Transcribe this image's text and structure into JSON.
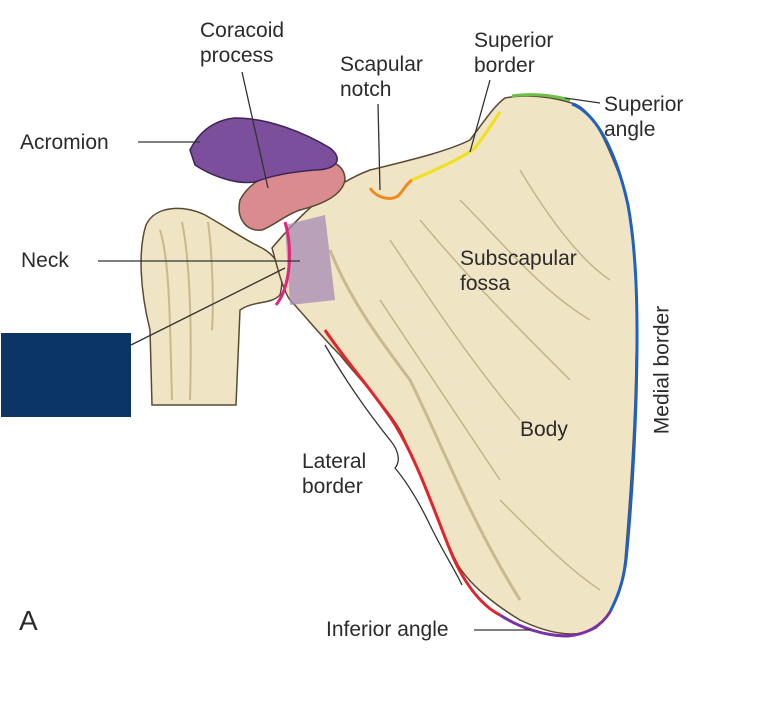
{
  "figure_letter": "A",
  "labels": {
    "coracoid_process": [
      "Coracoid",
      "process"
    ],
    "scapular_notch": [
      "Scapular",
      "notch"
    ],
    "superior_border": [
      "Superior",
      "border"
    ],
    "superior_angle": [
      "Superior",
      "angle"
    ],
    "acromion": "Acromion",
    "neck": "Neck",
    "subscapular_fossa": [
      "Subscapular",
      "fossa"
    ],
    "medial_border": "Medial border",
    "body": "Body",
    "lateral_border": [
      "Lateral",
      "border"
    ],
    "inferior_angle": "Inferior angle"
  },
  "colors": {
    "bone_fill": "#efe4c4",
    "bone_shadow": "#d8c9a0",
    "bone_outline": "#5a4a32",
    "acromion": "#7b4f9c",
    "coracoid": "#d98b8f",
    "neck_highlight": "#a68bb6",
    "superior_border_line": "#f2e01e",
    "superior_angle_line": "#6cc04a",
    "medial_border_line": "#1f5fc9",
    "lateral_border_line": "#e0252b",
    "inferior_angle_line": "#7b2fa8",
    "scapular_notch_line": "#f08a1c",
    "glenoid_line": "#e0257a",
    "mask_box": "#0b3564",
    "leader_line": "#333333"
  }
}
